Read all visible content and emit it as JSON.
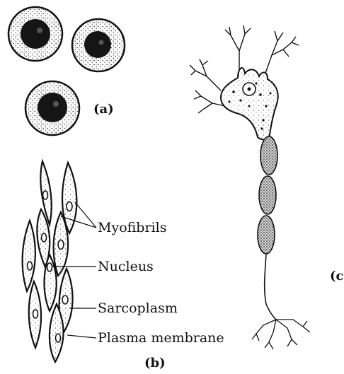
{
  "figure": {
    "panel_a": {
      "label": "(a)"
    },
    "panel_b": {
      "label": "(b)",
      "callouts": [
        "Myofibrils",
        "Nucleus",
        "Sarcoplasm",
        "Plasma membrane"
      ]
    },
    "panel_c": {
      "label": "(c)"
    }
  }
}
